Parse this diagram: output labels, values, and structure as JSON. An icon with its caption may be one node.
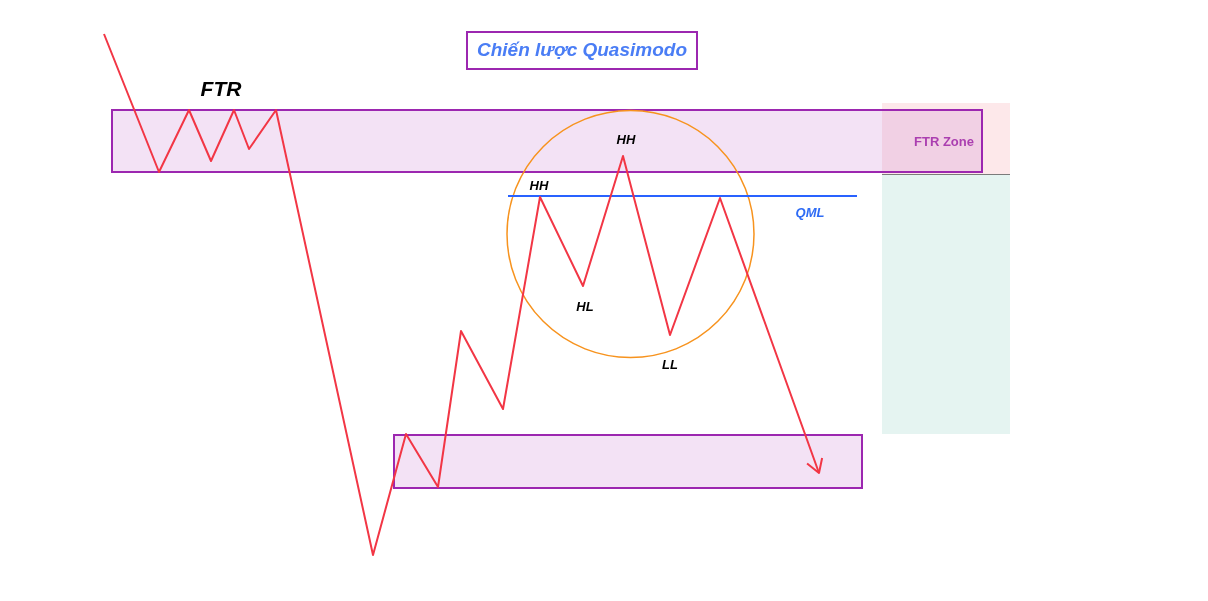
{
  "diagram": {
    "title": "Chiến lược Quasimodo",
    "nodes": [
      {
        "text": [],
        "shape": "box"
      },
      {
        "text": [],
        "shape": "box"
      }
    ],
    "labels": [
      "FTR",
      "HH",
      "FTR Zone",
      "HH",
      "QML",
      "HL",
      "LL"
    ]
  }
}
